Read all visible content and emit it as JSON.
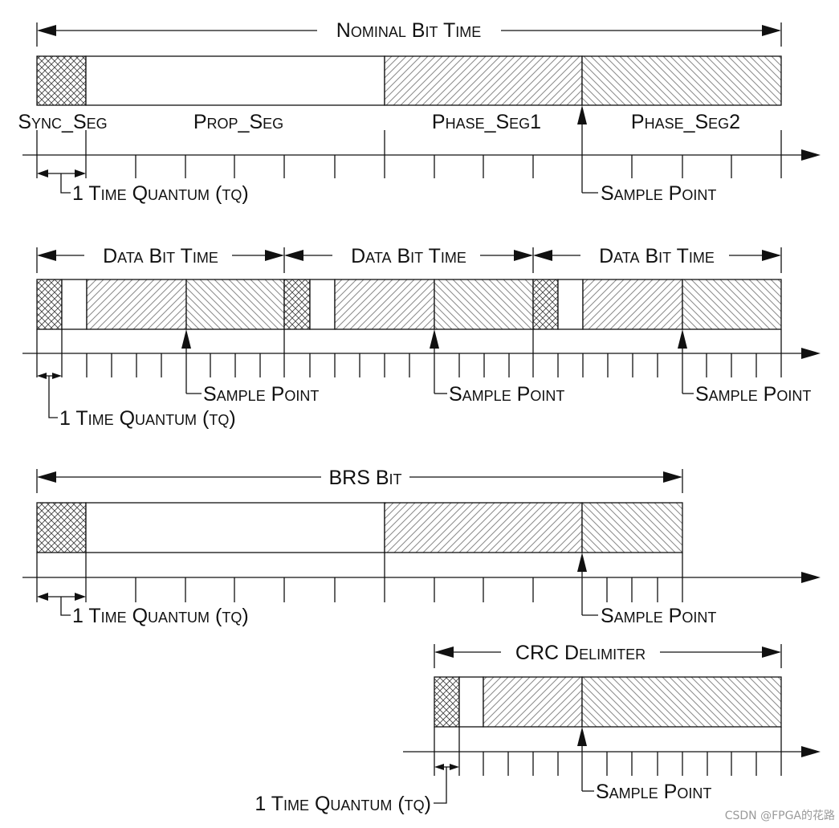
{
  "nominal": {
    "span_title": "Nominal Bit Time",
    "segments": [
      "Sync_Seg",
      "Prop_Seg",
      "Phase_Seg1",
      "Phase_Seg2"
    ],
    "tq_label": "1 Time Quantum (tq)",
    "sample_label": "Sample Point"
  },
  "data": {
    "span_titles": [
      "Data Bit Time",
      "Data Bit Time",
      "Data Bit Time"
    ],
    "tq_label": "1 Time Quantum (tq)",
    "sample_labels": [
      "Sample Point",
      "Sample Point",
      "Sample Point"
    ]
  },
  "brs": {
    "span_title": "BRS Bit",
    "tq_label": "1 Time Quantum (tq)",
    "sample_label": "Sample Point"
  },
  "crc": {
    "span_title": "CRC Delimiter",
    "tq_label": "1 Time Quantum (tq)",
    "sample_label": "Sample Point"
  },
  "watermark": "CSDN @FPGA的花路"
}
